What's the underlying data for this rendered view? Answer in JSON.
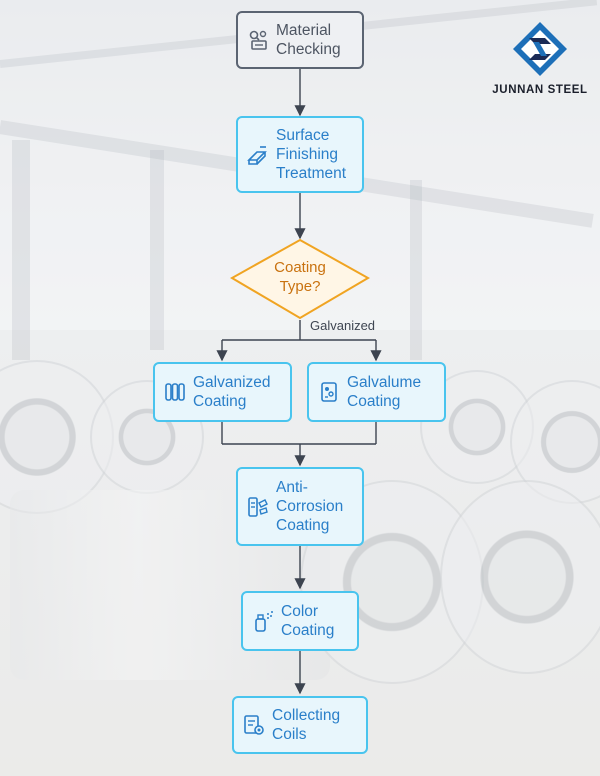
{
  "brand": {
    "name": "JUNNAN STEEL",
    "colors": {
      "blue": "#1d6fb8",
      "navy": "#1b2a55"
    }
  },
  "flow": {
    "material_checking": {
      "label": "Material\nChecking",
      "icon": "material-check-icon"
    },
    "surface_finishing": {
      "label": "Surface\nFinishing\nTreatment",
      "icon": "surface-icon"
    },
    "coating_type": {
      "label": "Coating\nType?",
      "color": "#f0a422"
    },
    "branch_label": "Galvanized",
    "galvanized_coating": {
      "label": "Galvanized\nCoating",
      "icon": "galvanized-icon"
    },
    "galvalume_coating": {
      "label": "Galvalume\nCoating",
      "icon": "galvalume-icon"
    },
    "anti_corrosion": {
      "label": "Anti-\nCorrosion\nCoating",
      "icon": "anti-corrosion-icon"
    },
    "color_coating": {
      "label": "Color\nCoating",
      "icon": "spray-icon"
    },
    "collecting_coils": {
      "label": "Collecting\nCoils",
      "icon": "coils-icon"
    }
  },
  "colors": {
    "node_fill": "#e8f6fc",
    "node_border": "#49c4ee",
    "node_text": "#2a7fc9",
    "arrow": "#3d4450"
  }
}
